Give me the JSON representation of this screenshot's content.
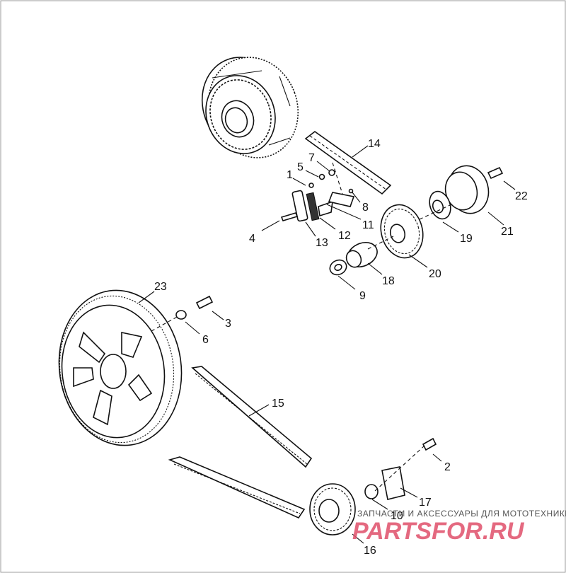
{
  "callouts": {
    "c1": "1",
    "c2": "2",
    "c3": "3",
    "c4": "4",
    "c5": "5",
    "c6": "6",
    "c7": "7",
    "c8": "8",
    "c9": "9",
    "c10": "10",
    "c11": "11",
    "c12": "12",
    "c13": "13",
    "c14": "14",
    "c15": "15",
    "c16": "16",
    "c17": "17",
    "c18": "18",
    "c19": "19",
    "c20": "20",
    "c21": "21",
    "c22": "22",
    "c23": "23"
  },
  "watermark": {
    "tagline": "ЗАПЧАСТИ И АКСЕССУАРЫ ДЛЯ МОТОТЕХНИКИ",
    "logo": "PARTSFOR.RU"
  }
}
